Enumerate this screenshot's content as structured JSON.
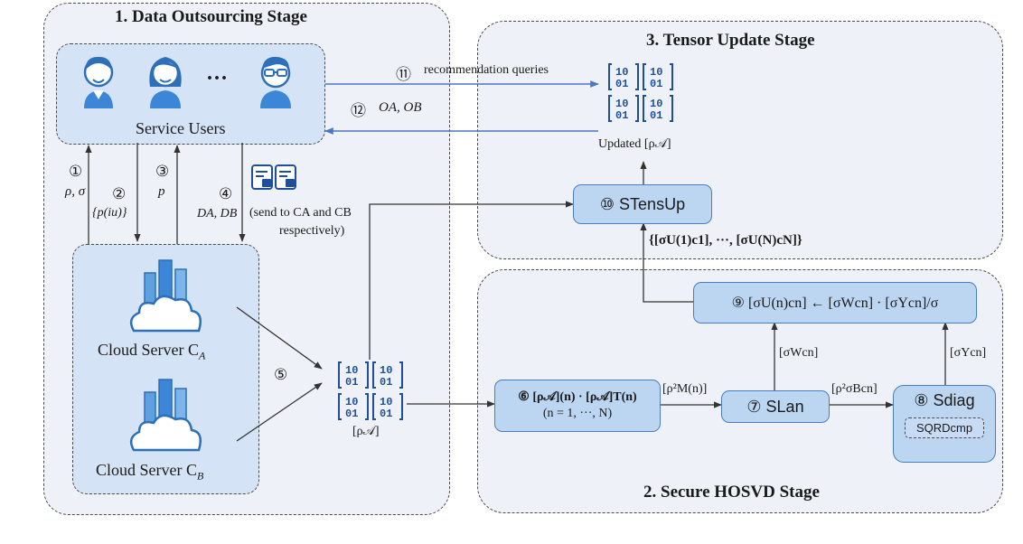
{
  "stages": {
    "outsourcing_title": "1. Data Outsourcing Stage",
    "update_title": "3. Tensor Update Stage",
    "hosvd_title": "2. Secure HOSVD Stage"
  },
  "users": {
    "label": "Service Users",
    "ellipsis": "···"
  },
  "clouds": {
    "ca_label": "Cloud Server C",
    "ca_sub": "A",
    "cb_label": "Cloud Server C",
    "cb_sub": "B"
  },
  "steps": {
    "s1": "①",
    "s1_label": "ρ, σ",
    "s2": "②",
    "s2_label": "{p(iu)}",
    "s3": "③",
    "s3_label": "p",
    "s4": "④",
    "s4_label": "DA, DB",
    "s4_note_1": "(send to CA and CB",
    "s4_note_2": "respectively)",
    "s5": "⑤",
    "s11": "⑪",
    "s11_label": "recommendation queries",
    "s12": "⑫",
    "s12_label": "OA, OB"
  },
  "tensors": {
    "rho_a_label": "[ρ𝒜]",
    "updated_label": "Updated [ρ𝒜]",
    "glyph_top": "10",
    "glyph_bottom": "01"
  },
  "nodes": {
    "stensup": "⑩ STensUp",
    "n6_line1": "⑥ [ρ𝒜](n) · [ρ𝒜]T(n)",
    "n6_line2": "(n = 1, ···, N)",
    "slan": "⑦ SLan",
    "sdiag": "⑧ Sdiag",
    "sqrdcmp": "SQRDcmp",
    "n9": "⑨ [σU(n)cn] ← [σWcn] · [σYcn]/σ"
  },
  "edges": {
    "u_set": "{[σU(1)c1], ···, [σU(N)cN]}",
    "rho2m": "[ρ²M(n)]",
    "rho2sigmab": "[ρ²σBcn]",
    "sigmaw": "[σWcn]",
    "sigmay": "[σYcn]"
  }
}
